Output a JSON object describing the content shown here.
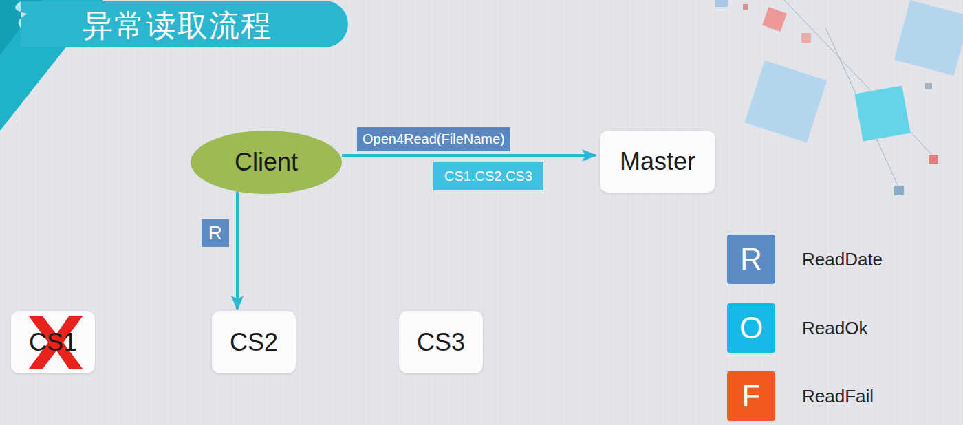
{
  "diagram": {
    "title": "异常读取流程",
    "nodes": [
      {
        "text": [
          "Client"
        ]
      },
      {
        "text": [
          "Master"
        ]
      },
      {
        "text": [
          "CS1"
        ]
      },
      {
        "text": [
          "CS2"
        ]
      },
      {
        "text": [
          "CS3"
        ]
      }
    ],
    "edges": [
      {
        "from": 0,
        "to": 1,
        "arrow": "to",
        "label": "Open4Read(FileName)"
      },
      {
        "from": 0,
        "to": 3,
        "arrow": "to",
        "label": "R"
      }
    ],
    "labels": [
      "CS1.CS2.CS3",
      "R",
      "O",
      "F"
    ],
    "legend": [
      {
        "text": "ReadDate",
        "color": "#5b8ac4"
      },
      {
        "text": "ReadOk",
        "color": "#17b9e6"
      },
      {
        "text": "ReadFail",
        "color": "#f05a1c"
      }
    ]
  }
}
